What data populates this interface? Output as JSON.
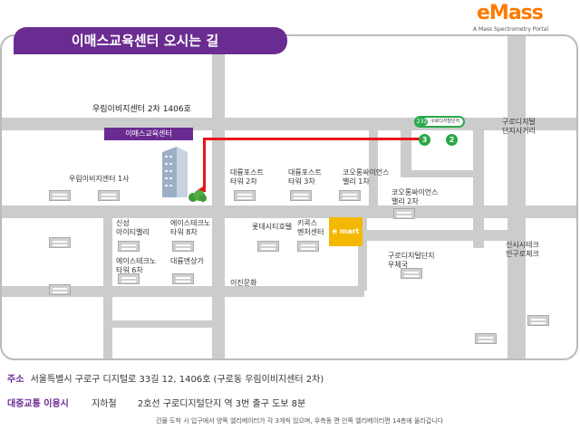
{
  "logo": {
    "brand": "eMass",
    "tagline": "A Mass Spectrometry Portal"
  },
  "title": "이매스교육센터 오시는 길",
  "map": {
    "road_label": "우림이비지센터 2차 1406호",
    "center_tag": "이매스교육센터",
    "station": {
      "line_number": "232",
      "name": "구로디지털단지"
    },
    "exits": [
      "3",
      "2"
    ],
    "emart": "e mart",
    "labels": {
      "woorim_1": "우림이비지센터 1사",
      "daeryung2": "대륭포스트\n타워 2차",
      "daeryung3": "대륭포스트\n타워 3차",
      "kolon": "코오롱싸이언스\n밸리 1차",
      "kolon2": "코오롱싸이언스\n밸리 2차",
      "digital_street": "구로디지털\n단지사거리",
      "sinseong": "신성\n아이티밸리",
      "ace": "에이스테크노\n타워 8차",
      "lotte": "롯데시티호텔",
      "kitec": "키콕스\n벤처센터",
      "ace6": "에이스테크노\n타워 6차",
      "daeryung_sangga": "대륭엔상가",
      "guro_complex": "구로디지털단지\n우체국",
      "sinsi": "신시시테크\n인구로체크",
      "ijin": "이진문화"
    }
  },
  "info": {
    "address_head": "주소",
    "address": "서울특별시 구로구 디지털로 33길 12, 1406호 (구로동 우림이비지센터 2차)",
    "transit_head": "대중교통 이용시",
    "subway_label": "지하철",
    "subway_text": "2호선 구로디지털단지 역 3번 출구 도보 8분",
    "note": "건물 도착 시 입구에서 양쪽 엘리베이터가 각 3개씩 있으며, 우측동 편 인쪽 엘리베이터편 14층에 올라갑니다"
  },
  "colors": {
    "accent": "#6b2c91",
    "route": "#e8141c",
    "subway": "#2aa84a",
    "emart": "#f5b800",
    "road": "#cccccc"
  }
}
